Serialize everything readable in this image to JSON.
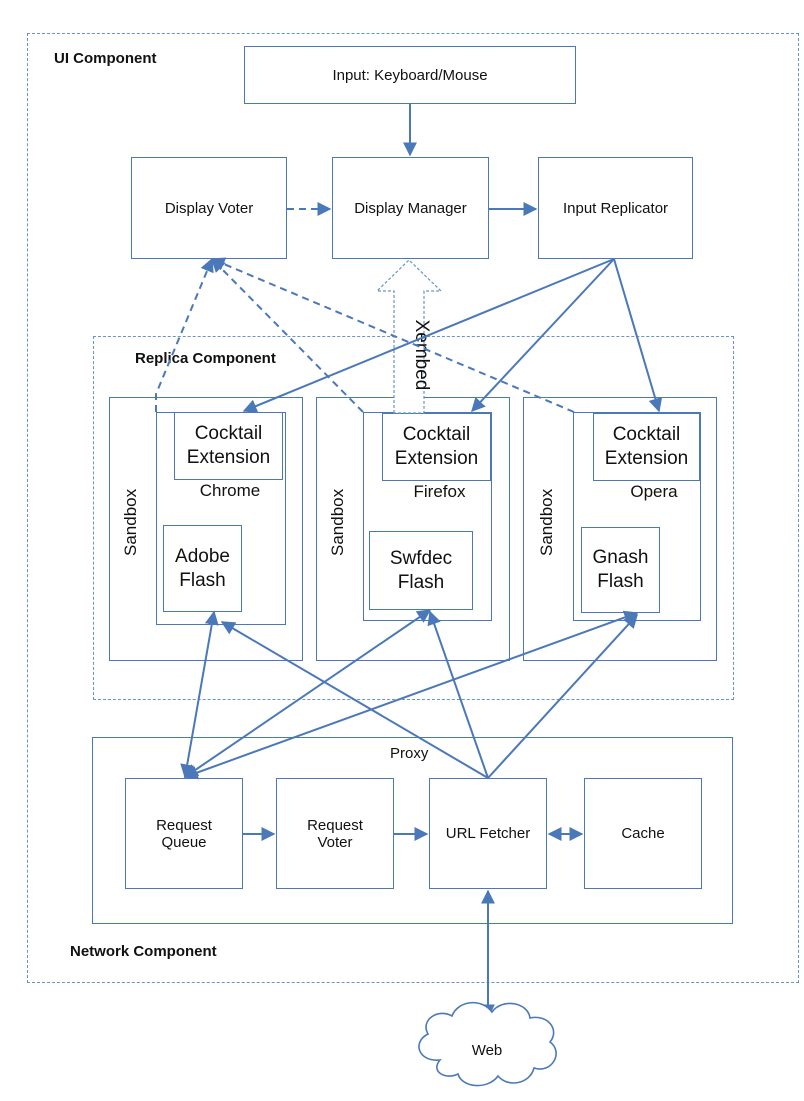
{
  "components": {
    "ui": "UI Component",
    "replica": "Replica Component",
    "network": "Network Component"
  },
  "ui": {
    "input": "Input: Keyboard/Mouse",
    "display_voter": "Display Voter",
    "display_manager": "Display Manager",
    "input_replicator": "Input Replicator",
    "xembed": "Xembed"
  },
  "replicas": [
    {
      "sandbox": "Sandbox",
      "extension_line1": "Cocktail",
      "extension_line2": "Extension",
      "browser": "Chrome",
      "plugin_line1": "Adobe",
      "plugin_line2": "Flash"
    },
    {
      "sandbox": "Sandbox",
      "extension_line1": "Cocktail",
      "extension_line2": "Extension",
      "browser": "Firefox",
      "plugin_line1": "Swfdec",
      "plugin_line2": "Flash"
    },
    {
      "sandbox": "Sandbox",
      "extension_line1": "Cocktail",
      "extension_line2": "Extension",
      "browser": "Opera",
      "plugin_line1": "Gnash",
      "plugin_line2": "Flash"
    }
  ],
  "proxy": {
    "title": "Proxy",
    "request_queue_line1": "Request",
    "request_queue_line2": "Queue",
    "request_voter_line1": "Request",
    "request_voter_line2": "Voter",
    "url_fetcher": "URL Fetcher",
    "cache": "Cache"
  },
  "web": "Web",
  "colors": {
    "line": "#4a78b8",
    "region": "#6a93c8"
  }
}
